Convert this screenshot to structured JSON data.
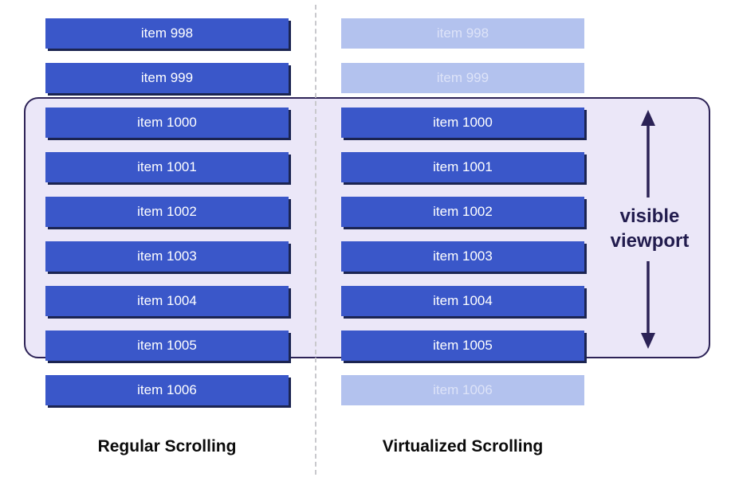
{
  "columns": [
    {
      "title": "Regular Scrolling",
      "items": [
        {
          "label": "item 998",
          "state": "rendered"
        },
        {
          "label": "item 999",
          "state": "rendered"
        },
        {
          "label": "item 1000",
          "state": "rendered"
        },
        {
          "label": "item 1001",
          "state": "rendered"
        },
        {
          "label": "item 1002",
          "state": "rendered"
        },
        {
          "label": "item 1003",
          "state": "rendered"
        },
        {
          "label": "item 1004",
          "state": "rendered"
        },
        {
          "label": "item 1005",
          "state": "rendered"
        },
        {
          "label": "item 1006",
          "state": "rendered"
        }
      ]
    },
    {
      "title": "Virtualized Scrolling",
      "items": [
        {
          "label": "item 998",
          "state": "virtual-placeholder"
        },
        {
          "label": "item 999",
          "state": "virtual-placeholder"
        },
        {
          "label": "item 1000",
          "state": "rendered"
        },
        {
          "label": "item 1001",
          "state": "rendered"
        },
        {
          "label": "item 1002",
          "state": "rendered"
        },
        {
          "label": "item 1003",
          "state": "rendered"
        },
        {
          "label": "item 1004",
          "state": "rendered"
        },
        {
          "label": "item 1005",
          "state": "rendered"
        },
        {
          "label": "item 1006",
          "state": "virtual-placeholder"
        }
      ]
    }
  ],
  "viewport": {
    "label": "visible viewport",
    "label_line1": "visible",
    "label_line2": "viewport",
    "rows_covered": [
      "item 1000",
      "item 1001",
      "item 1002",
      "item 1003",
      "item 1004",
      "item 1005"
    ]
  },
  "colors": {
    "bar_solid": "#3a57c9",
    "bar_shadow": "#1b2451",
    "bar_faded": "#b3c2ee",
    "viewport_fill": "#ebe7f8",
    "viewport_border": "#2d2357",
    "arrow": "#2b2256"
  }
}
